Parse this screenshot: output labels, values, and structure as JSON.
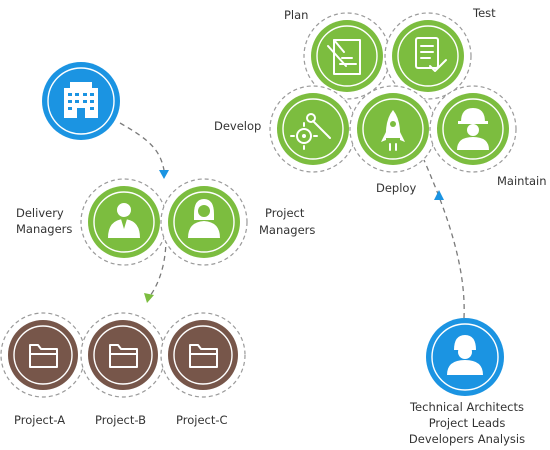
{
  "colors": {
    "green": "#7cbd3f",
    "brown": "#77564a",
    "blue": "#1b94e2",
    "arrow_blue": "#1b94e2",
    "arrow_green": "#7cbd3f"
  },
  "labels": {
    "plan": "Plan",
    "test": "Test",
    "develop": "Develop",
    "deploy": "Deploy",
    "maintain": "Maintain",
    "delivery_managers": [
      "Delivery",
      "Managers"
    ],
    "project_managers": [
      "Project",
      "Managers"
    ],
    "project_a": "Project-A",
    "project_b": "Project-B",
    "project_c": "Project-C",
    "tech_roles": [
      "Technical Architects",
      "Project Leads",
      "Developers Analysis"
    ]
  },
  "icons": {
    "plan": "blueprint-icon",
    "test": "checklist-icon",
    "develop": "wrench-gear-icon",
    "deploy": "rocket-icon",
    "maintain": "worker-helmet-icon",
    "delivery_managers": "manager-icon",
    "project_managers": "female-manager-icon",
    "projects": "folder-icon",
    "company": "office-building-icon",
    "technical_team": "engineer-icon"
  }
}
